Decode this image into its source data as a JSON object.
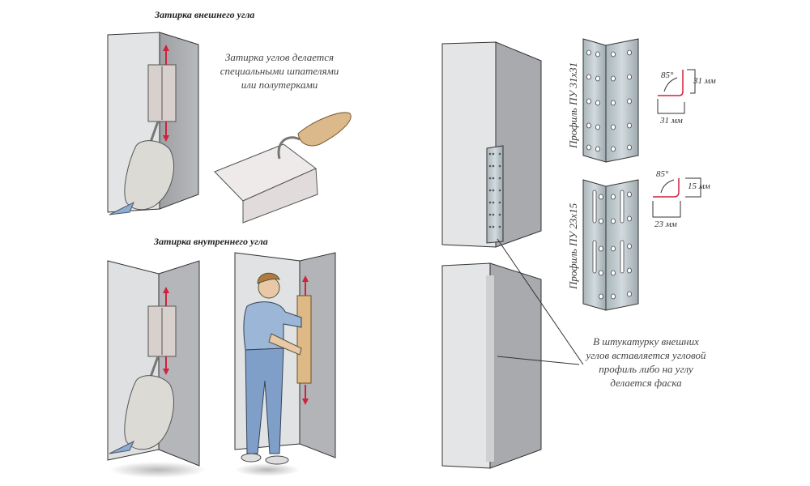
{
  "headings": {
    "external_corner": "Затирка внешнего угла",
    "internal_corner": "Затирка внутреннего угла"
  },
  "captions": {
    "trowel_note": [
      "Затирка углов делается",
      "специальными шпателями",
      "или полутерками"
    ],
    "profile_note": [
      "В штукатурку внешних",
      "углов вставляется угловой",
      "профиль либо на углу",
      "делается фаска"
    ]
  },
  "profiles": [
    {
      "label": "Профиль ПУ 31х31",
      "angle": "85°",
      "height": "31 мм",
      "width": "31 мм"
    },
    {
      "label": "Профиль ПУ 23х15",
      "angle": "85°",
      "height": "15 мм",
      "width": "23 мм"
    }
  ],
  "colors": {
    "wall_light": "#e4e5e7",
    "wall_dark": "#a9aaad",
    "arrow_red": "#d0223c",
    "profile_steel": "#b7c3c8",
    "trowel_wood": "#d9b98a",
    "shirt_blue": "#9bb6d6",
    "jeans_blue": "#7f9fc9"
  }
}
